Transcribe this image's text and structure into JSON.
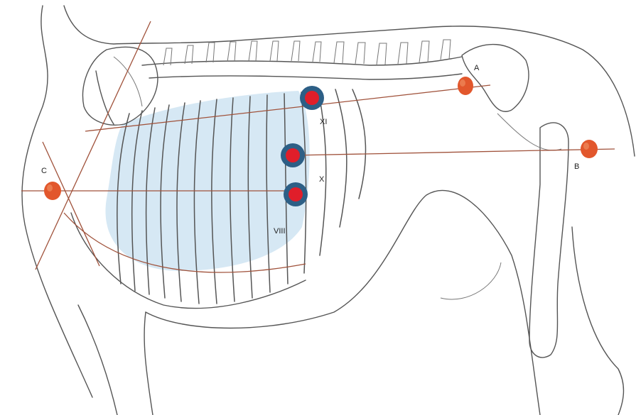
{
  "labels": {
    "A": "A",
    "B": "B",
    "C": "C",
    "XI": "XI",
    "X": "X",
    "VIII": "VIII"
  },
  "colors": {
    "landmark_marker": "#e2572c",
    "site_marker_fill": "#e01e2a",
    "site_marker_ring": "#2d5f86",
    "lung_field": "#cfe4f2",
    "guide_line": "#a0523b",
    "outline": "#555555"
  }
}
